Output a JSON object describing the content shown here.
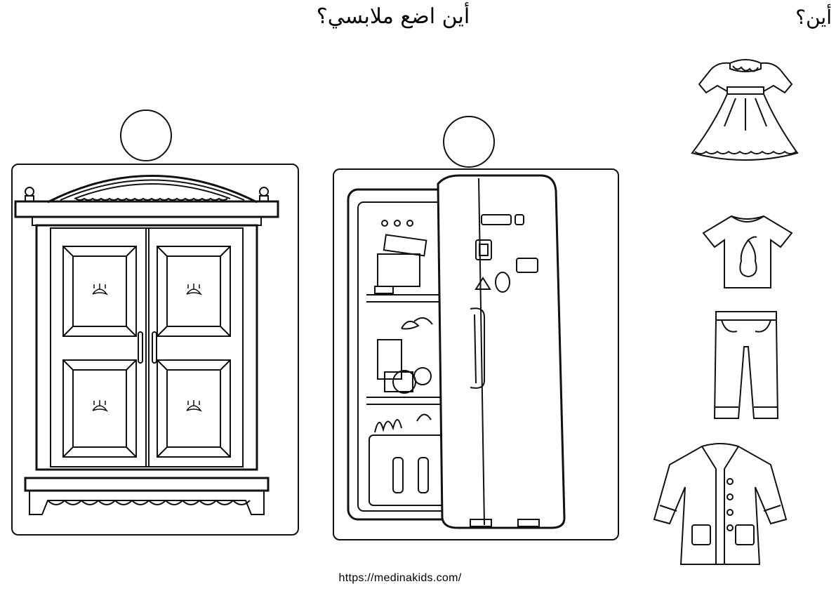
{
  "header": {
    "title": "أين اضع ملابسي؟",
    "corner_label": "أين؟"
  },
  "targets": [
    {
      "label": "wardrobe",
      "answer_circle": ""
    },
    {
      "label": "refrigerator",
      "answer_circle": ""
    }
  ],
  "items": [
    "dress-icon",
    "tshirt-icon",
    "pants-icon",
    "jacket-icon",
    "wardrobe-icon",
    "refrigerator-icon"
  ],
  "footer": {
    "url": "https://medinakids.com/"
  }
}
